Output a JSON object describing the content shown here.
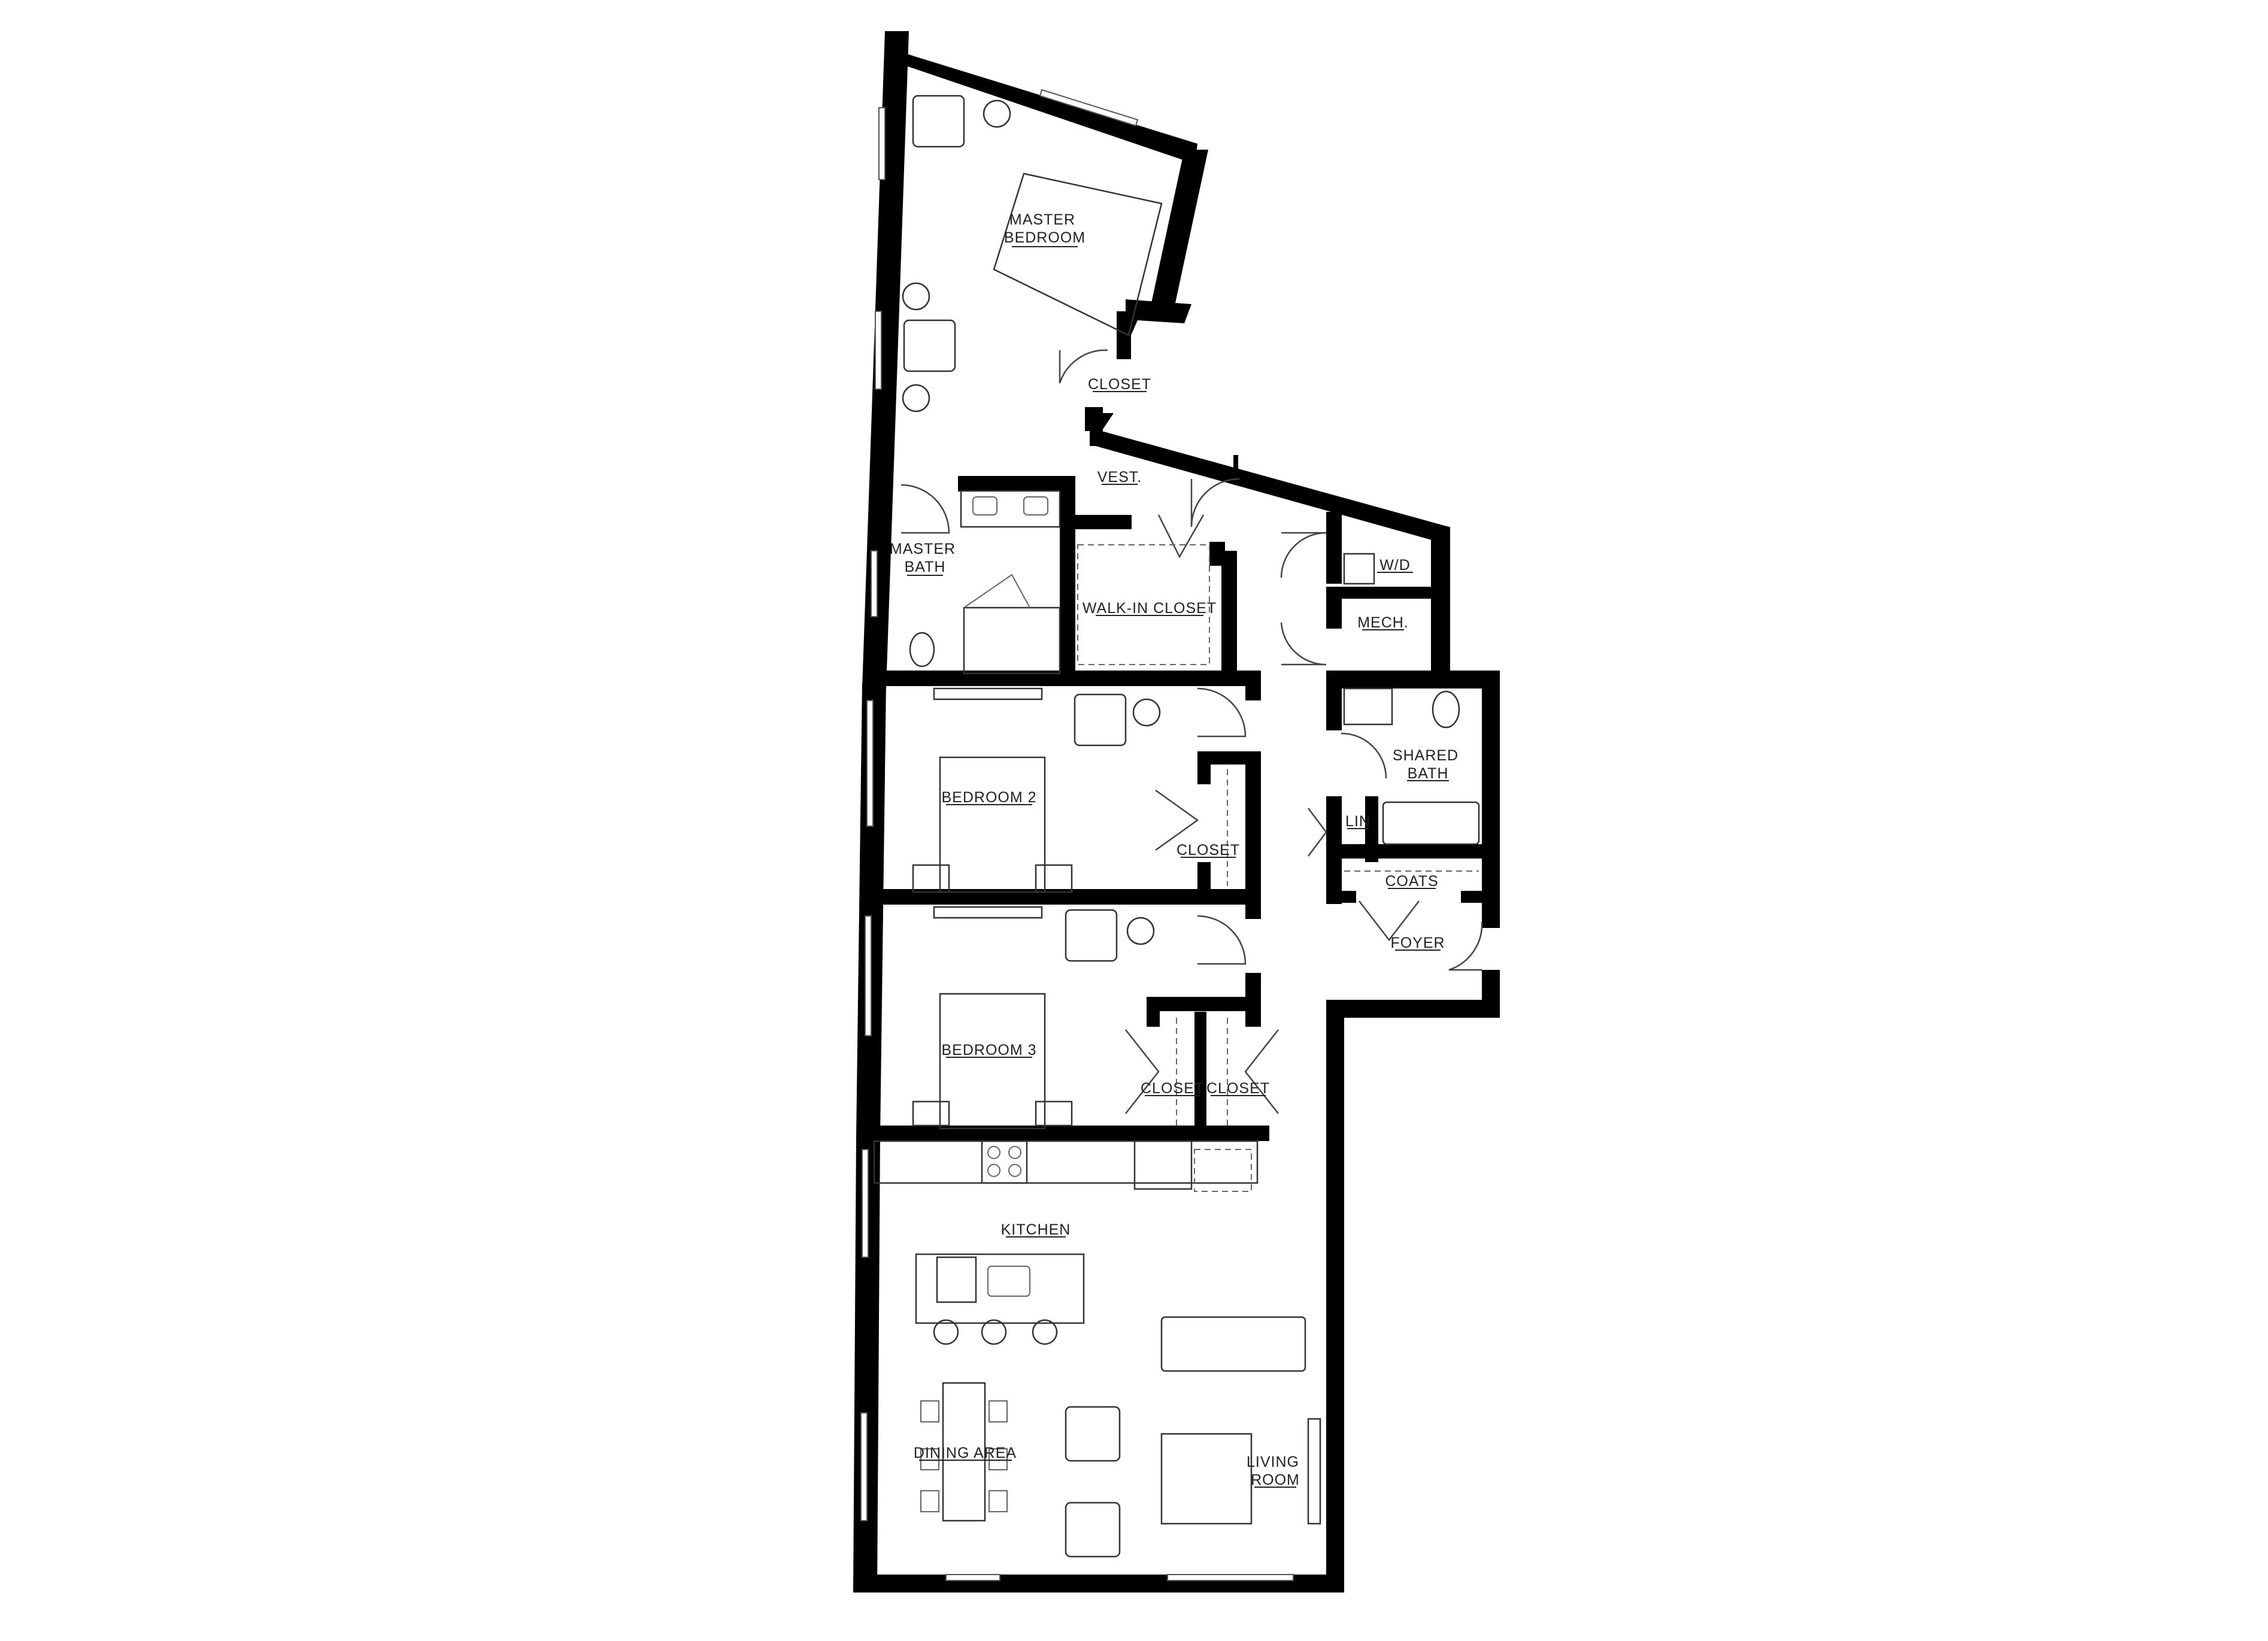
{
  "plan": {
    "rooms": {
      "master_bedroom": [
        "MASTER",
        "BEDROOM"
      ],
      "master_closet": "CLOSET",
      "vestibule": "VEST.",
      "master_bath": [
        "MASTER",
        "BATH"
      ],
      "walk_in_closet": "WALK-IN CLOSET",
      "washer_dryer": "W/D",
      "mech": "MECH.",
      "shared_bath": [
        "SHARED",
        "BATH"
      ],
      "linen": "LIN",
      "coats": "COATS",
      "foyer": "FOYER",
      "bedroom_2": "BEDROOM 2",
      "bedroom_2_closet": "CLOSET",
      "bedroom_3": "BEDROOM 3",
      "bedroom_3_closet_left": "CLOSET",
      "bedroom_3_closet_right": "CLOSET",
      "kitchen": "KITCHEN",
      "dining_area": "DINING AREA",
      "living_room": [
        "LIVING",
        "ROOM"
      ]
    },
    "colors": {
      "wall": "#000000",
      "fixture_line": "#666666",
      "label": "#222222",
      "background": "#ffffff"
    }
  }
}
